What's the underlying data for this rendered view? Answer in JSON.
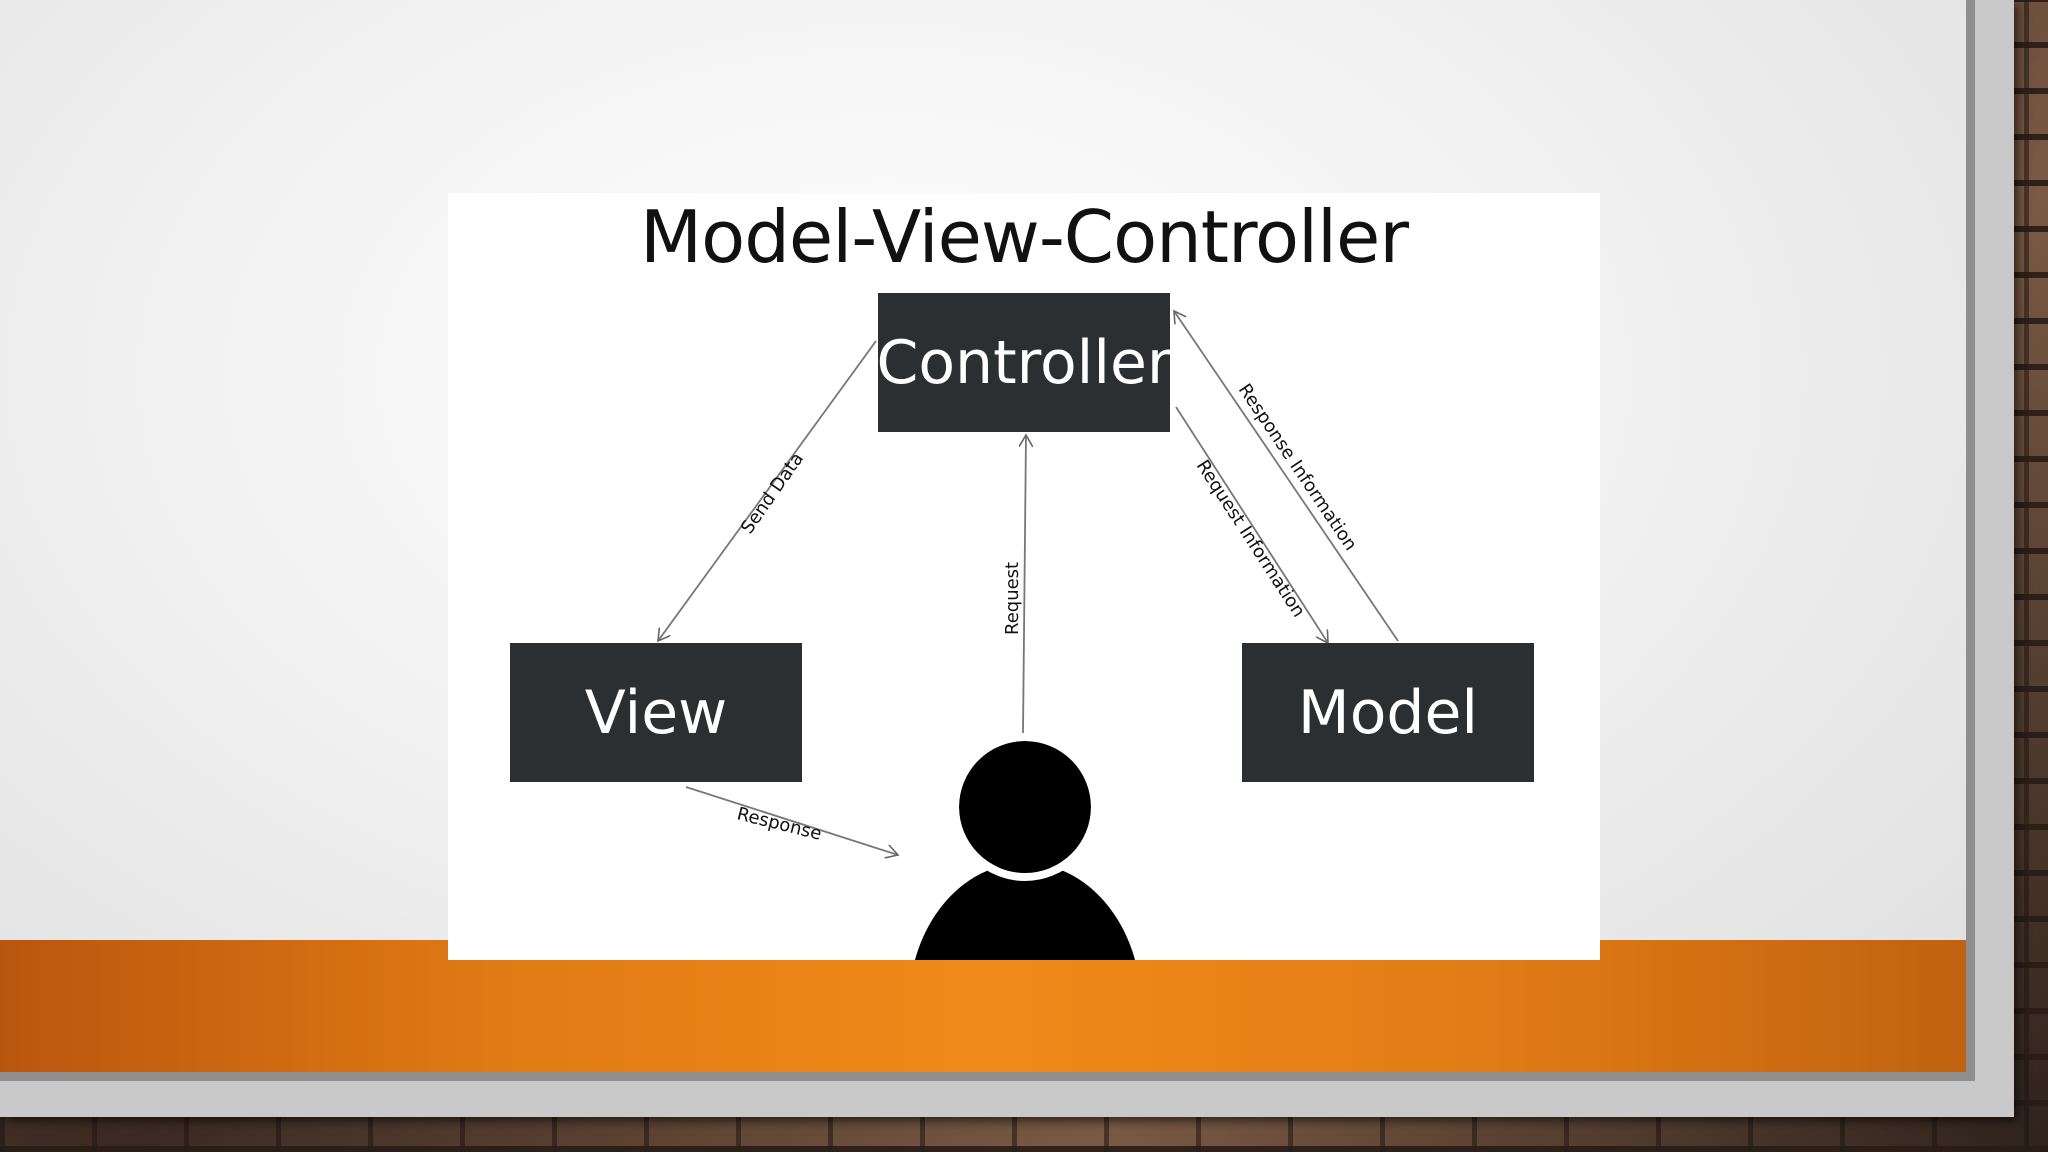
{
  "diagram": {
    "title": "Model-View-Controller",
    "nodes": {
      "controller": "Controller",
      "view": "View",
      "model": "Model"
    },
    "edges": {
      "send_data": "Send Data",
      "request": "Request",
      "request_information": "Request Information",
      "response_information": "Response Information",
      "response": "Response"
    },
    "actor_icon": "user-icon"
  },
  "colors": {
    "node_fill": "#2c2f31",
    "accent_band": "#f08a1a",
    "arrow": "#666666"
  }
}
